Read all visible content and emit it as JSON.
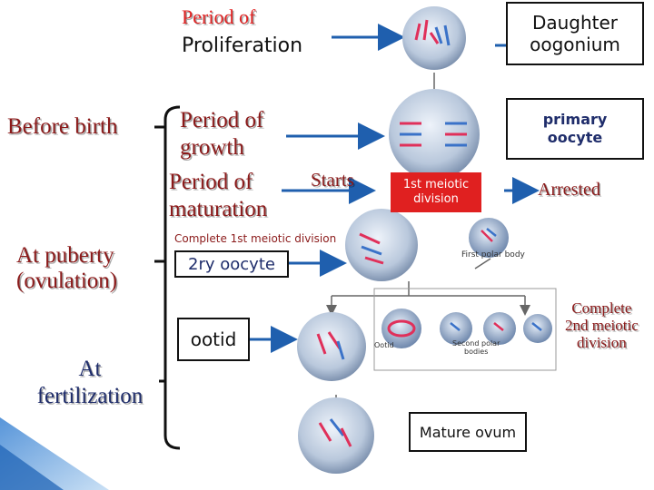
{
  "left_column": {
    "before_birth": "Before birth",
    "at_puberty": "At puberty\n(ovulation)",
    "at_fertilization": "At\nfertilization"
  },
  "periods": {
    "proliferation_line1": "Period of",
    "proliferation_line2": "Proliferation",
    "growth": "Period of\ngrowth",
    "maturation": "Period of\nmaturation",
    "starts": "Starts"
  },
  "stages": {
    "daughter_oogonium": "Daughter\noogonium",
    "primary_oocyte": "primary\noocyte",
    "first_meiotic_division": "1st meiotic\ndivision",
    "arrested": "Arrested",
    "complete_first": "Complete 1st meiotic division",
    "secondary_oocyte": "2ry oocyte",
    "first_polar_body": "First polar body",
    "complete_second": "Complete\n2nd meiotic\ndivision",
    "ootid": "ootid",
    "ootid_small": "Ootid",
    "second_polar_bodies": "Second polar\nbodies",
    "mature_ovum": "Mature ovum"
  },
  "colors": {
    "arrow": "#1f5fae",
    "brace": "#111111",
    "label_red": "#e02020",
    "label_brown": "#8b1a1a",
    "cell": "#b9c8dc",
    "chromosome_red": "#e0305a",
    "chromosome_blue": "#3a72c8"
  }
}
